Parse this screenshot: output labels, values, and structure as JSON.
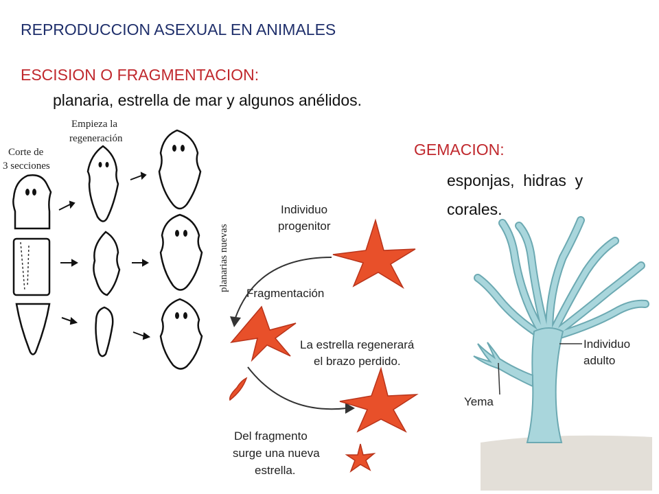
{
  "slide": {
    "title": "REPRODUCCION ASEXUAL EN ANIMALES",
    "section1": {
      "heading": "ESCISION O FRAGMENTACION:",
      "text": "planaria, estrella de mar y algunos anélidos."
    },
    "section2": {
      "heading": "GEMACION:",
      "line1": "esponjas,  hidras  y",
      "line2": "corales."
    }
  },
  "planaria_figure": {
    "label_cut": [
      "Corte de",
      "3 secciones"
    ],
    "label_regen": [
      "Empieza la",
      "regeneración"
    ],
    "label_new": "planarias nuevas"
  },
  "starfish_figure": {
    "label_parent": [
      "Individuo",
      "progenitor"
    ],
    "label_fragment": "Fragmentación",
    "label_regenerate": [
      "La estrella regenerará",
      "el brazo perdido."
    ],
    "label_new": [
      "Del fragmento",
      "surge una nueva",
      "estrella."
    ]
  },
  "hydra_figure": {
    "label_adult": [
      "Individuo",
      "adulto"
    ],
    "label_bud": "Yema"
  },
  "colors": {
    "title": "#1f2f6b",
    "heading": "#c0282d",
    "starfish": "#e8502a",
    "hydra": "#a9d6dc"
  }
}
